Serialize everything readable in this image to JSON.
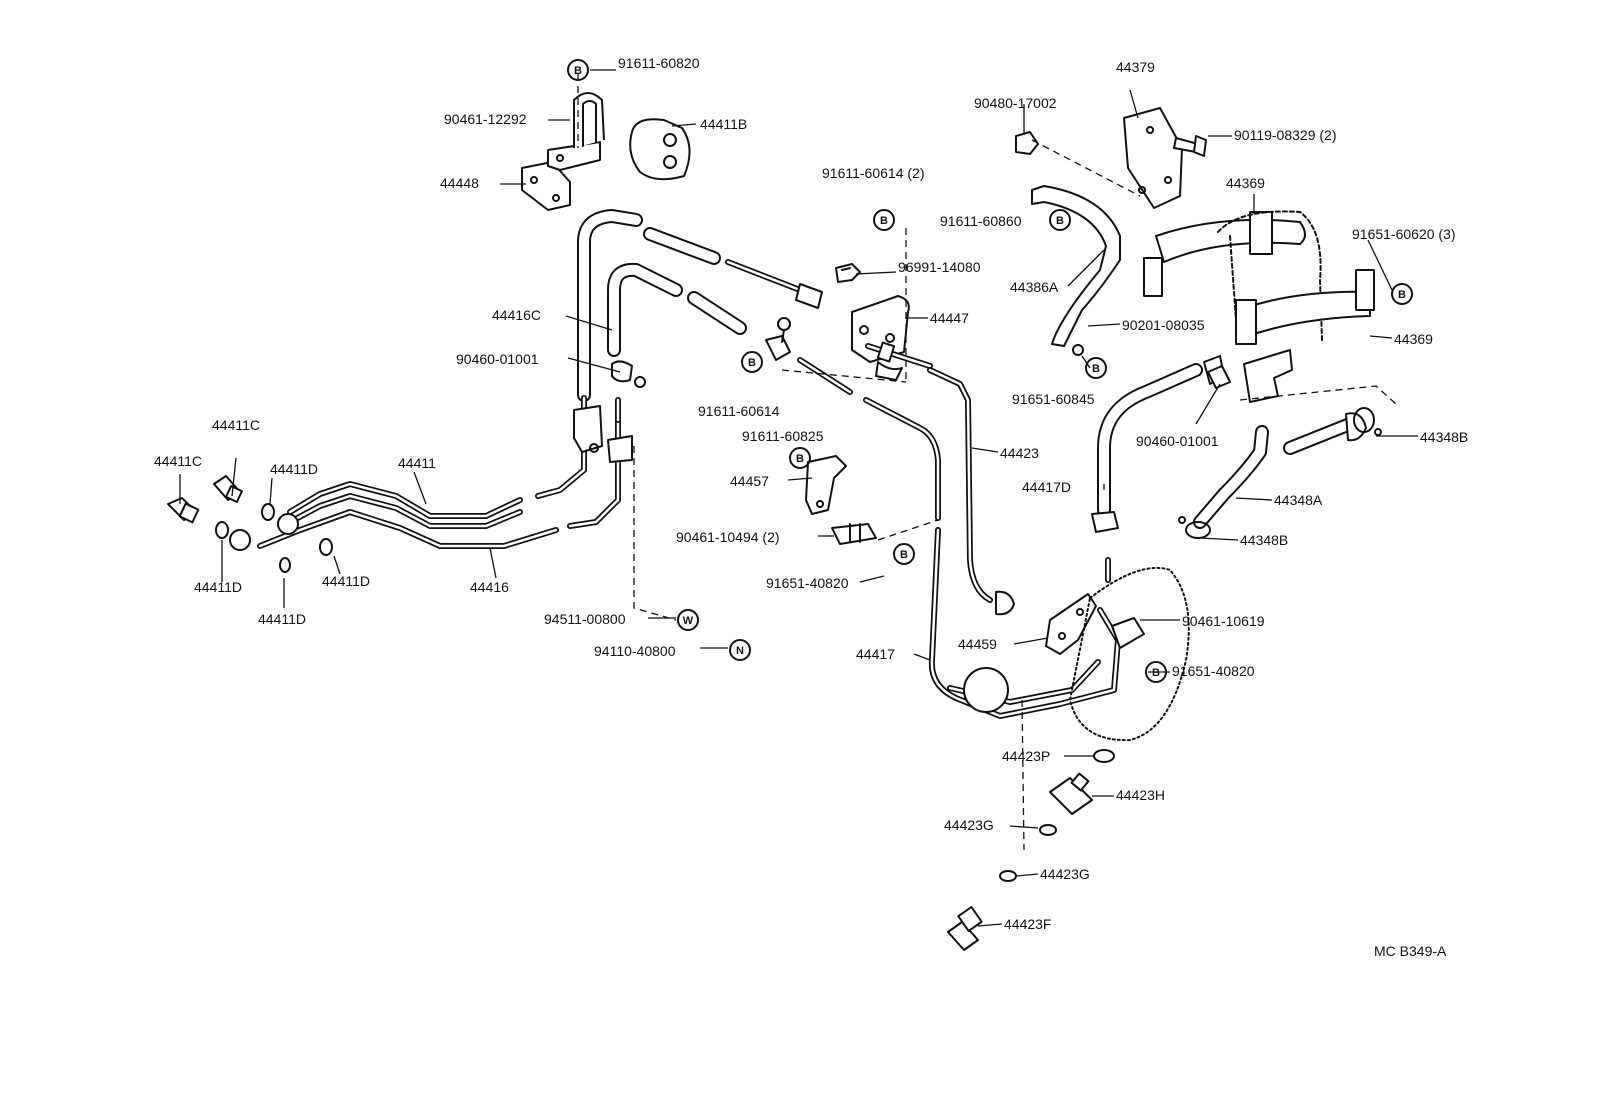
{
  "diagram": {
    "code": "MC B349-A",
    "labels": {
      "p91611_60820": "91611-60820",
      "p90461_12292": "90461-12292",
      "p44411B": "44411B",
      "p44448": "44448",
      "p91611_60614_2": "91611-60614 (2)",
      "p96991_14080": "96991-14080",
      "p44447": "44447",
      "p44416C": "44416C",
      "p90460_01001_a": "90460-01001",
      "p91611_60614": "91611-60614",
      "p91611_60825": "91611-60825",
      "p44457": "44457",
      "p90461_10494_2": "90461-10494 (2)",
      "p91651_40820_a": "91651-40820",
      "p44411C_a": "44411C",
      "p44411C_b": "44411C",
      "p44411D_a": "44411D",
      "p44411": "44411",
      "p44411D_b": "44411D",
      "p44416": "44416",
      "p44411D_c": "44411D",
      "p44411D_d": "44411D",
      "p94511_00800": "94511-00800",
      "p94110_40800": "94110-40800",
      "p44379": "44379",
      "p90480_17002": "90480-17002",
      "p90119_08329_2": "90119-08329 (2)",
      "p44369_a": "44369",
      "p91611_60860": "91611-60860",
      "p91651_60620_3": "91651-60620 (3)",
      "p44386A": "44386A",
      "p90201_08035": "90201-08035",
      "p44369_b": "44369",
      "p91651_60845": "91651-60845",
      "p44423": "44423",
      "p90460_01001_b": "90460-01001",
      "p44348B_a": "44348B",
      "p44417D": "44417D",
      "p44348A": "44348A",
      "p44348B_b": "44348B",
      "p90461_10619": "90461-10619",
      "p44459": "44459",
      "p44417": "44417",
      "p91651_40820_b": "91651-40820",
      "p44423P": "44423P",
      "p44423H": "44423H",
      "p44423G_a": "44423G",
      "p44423G_b": "44423G",
      "p44423F": "44423F"
    },
    "badges": {
      "b": "B",
      "w": "W",
      "n": "N"
    }
  }
}
